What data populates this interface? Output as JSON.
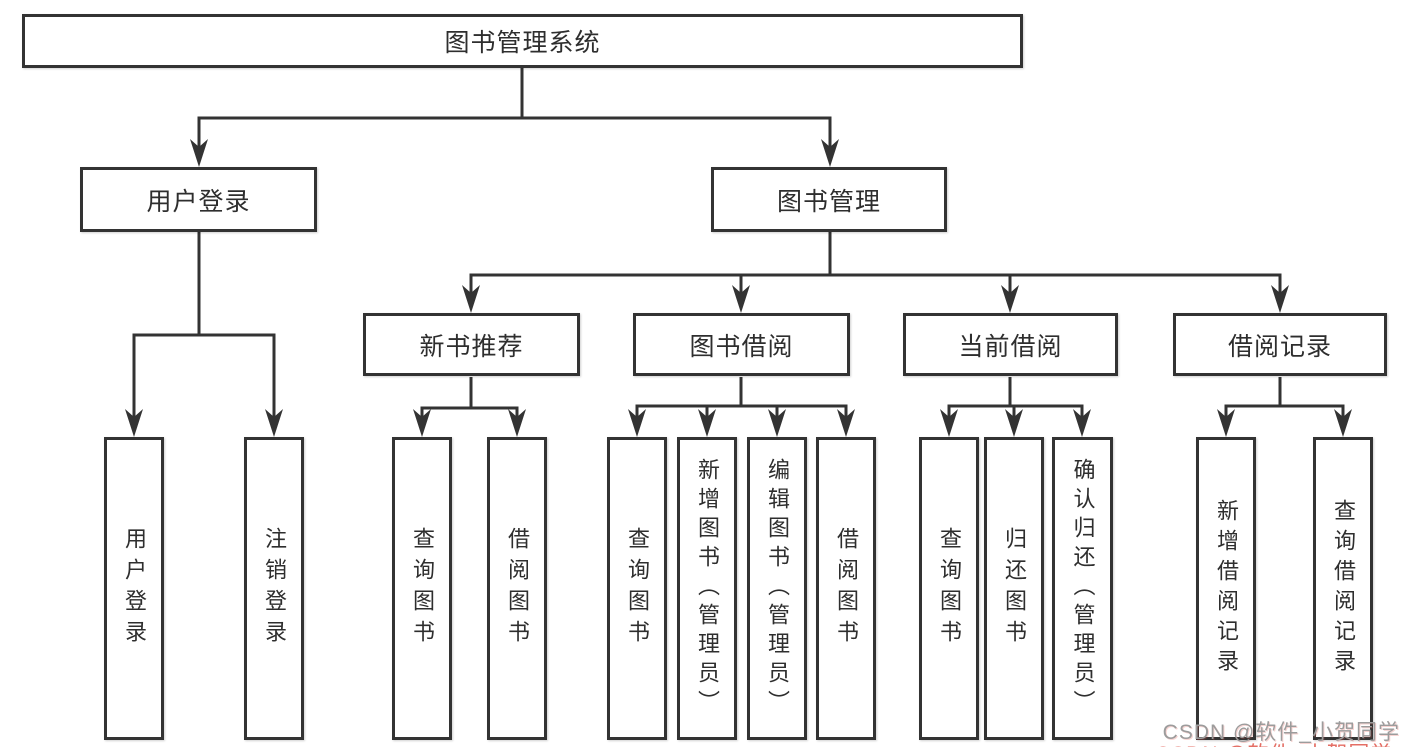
{
  "diagram": {
    "title": "图书管理系统",
    "root": "图书管理系统",
    "branches": [
      {
        "label": "用户登录",
        "children": [
          "用户登录",
          "注销登录"
        ]
      },
      {
        "label": "图书管理",
        "children": [
          {
            "label": "新书推荐",
            "children": [
              "查询图书",
              "借阅图书"
            ]
          },
          {
            "label": "图书借阅",
            "children": [
              "查询图书",
              "新增图书（管理员）",
              "编辑图书（管理员）",
              "借阅图书"
            ]
          },
          {
            "label": "当前借阅",
            "children": [
              "查询图书",
              "归还图书",
              "确认归还（管理员）"
            ]
          },
          {
            "label": "借阅记录",
            "children": [
              "新增借阅记录",
              "查询借阅记录"
            ]
          }
        ]
      }
    ]
  },
  "watermark": {
    "text": "CSDN @软件_小贺同学"
  },
  "colors": {
    "background": "#ffffff",
    "line": "#333333",
    "box_border": "#333333",
    "text": "#2e2e2e",
    "watermark_gray": "#9c9c9c",
    "watermark_red": "#e0554a"
  }
}
